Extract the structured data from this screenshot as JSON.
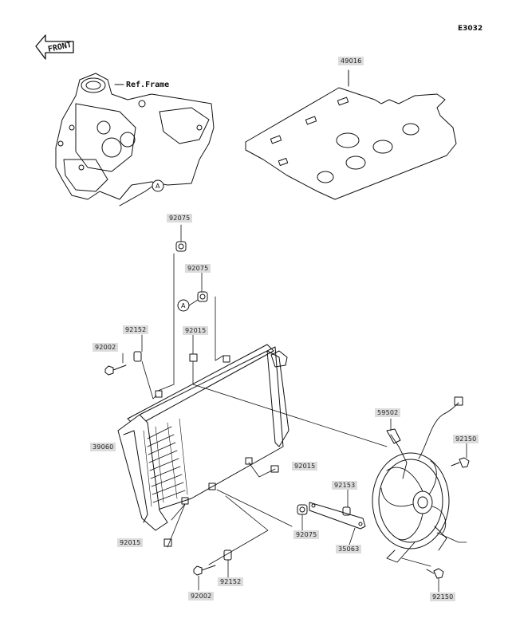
{
  "diagram": {
    "code": "E3032",
    "front_label": "FRONT",
    "ref_frame_label": "Ref.Frame",
    "ref_marker": "A",
    "parts": {
      "p49016": "49016",
      "p92075_top": "92075",
      "p92075_mid": "92075",
      "p92152_top": "92152",
      "p92002_top": "92002",
      "p92015_top": "92015",
      "p39060": "39060",
      "p59502": "59502",
      "p92150_top": "92150",
      "p92015_mid": "92015",
      "p92153": "92153",
      "p92075_bot": "92075",
      "p35063": "35063",
      "p92015_bot": "92015",
      "p92152_bot": "92152",
      "p92002_bot": "92002",
      "p92150_bot": "92150"
    }
  },
  "colors": {
    "line": "#111111",
    "label_bg": "#dcdcdc"
  }
}
